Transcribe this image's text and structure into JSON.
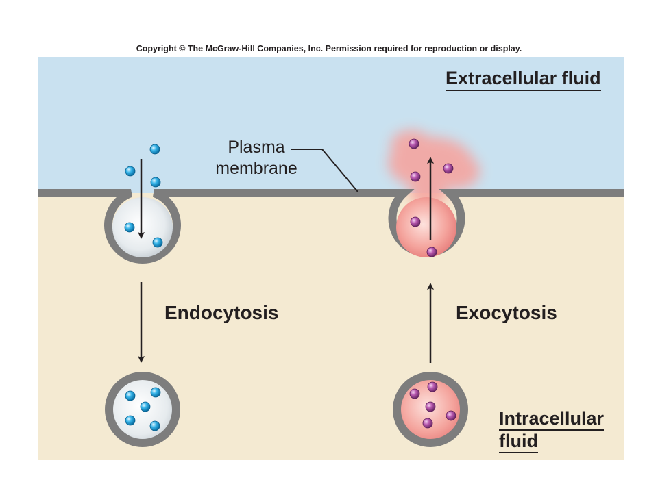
{
  "header": {
    "copyright": "Copyright © The McGraw-Hill Companies, Inc. Permission required for reproduction or display."
  },
  "labels": {
    "extracellular": "Extracellular fluid",
    "plasma_line1": "Plasma",
    "plasma_line2": "membrane",
    "endocytosis": "Endocytosis",
    "exocytosis": "Exocytosis",
    "intracellular_line1": "Intracellular",
    "intracellular_line2": "fluid"
  },
  "colors": {
    "extracellular_fluid": "#c9e1f0",
    "intracellular_fluid": "#f4ead2",
    "membrane": "#7d7d7d",
    "endo_particle": "#29a9e1",
    "exo_particle": "#b04fa8",
    "exo_vesicle": "#ef8a8a",
    "endo_vesicle": "#e4eaee"
  }
}
